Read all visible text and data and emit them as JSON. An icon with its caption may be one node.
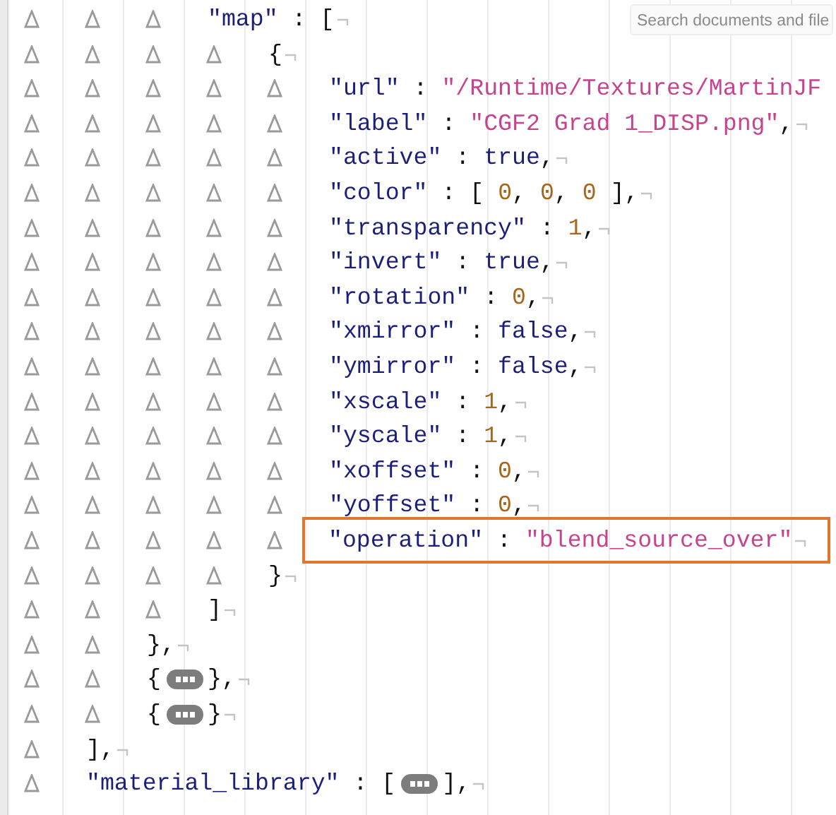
{
  "diagram": {
    "nodes": [
      {
        "text": [
          "\"operation\" : \"blend_source_over\""
        ]
      }
    ],
    "labels": [
      "Search documents and file",
      "\"map\" : [",
      "{",
      "\"url\" : \"/Runtime/Textures/MartinJF",
      "\"label\" : \"CGF2 Grad 1_DISP.png\",",
      "\"active\" : true,",
      "\"color\" : [ 0, 0, 0 ],",
      "\"transparency\" : 1,",
      "\"invert\" : true,",
      "\"rotation\" : 0,",
      "\"xmirror\" : false,",
      "\"ymirror\" : false,",
      "\"xscale\" : 1,",
      "\"yscale\" : 1,",
      "\"xoffset\" : 0,",
      "\"yoffset\" : 0,",
      "}",
      "]",
      "},",
      "{",
      "},",
      "{",
      "}",
      "],",
      "\"material_library\" : [",
      "],"
    ]
  }
}
